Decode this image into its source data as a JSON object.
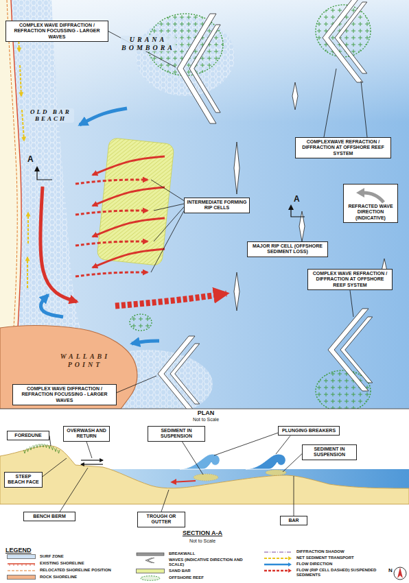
{
  "diagram": {
    "nodes": [
      {
        "text": [
          "COMPLEX WAVE DIFFRACTION / REFRACTION FOCUSSING - LARGER WAVES"
        ]
      },
      {
        "text": [
          "COMPLEXWAVE REFRACTION / DIFFRACTION AT OFFSHORE REEF SYSTEM"
        ]
      },
      {
        "text": [
          "INTERMEDIATE FORMING RIP CELLS"
        ]
      },
      {
        "text": [
          "REFRACTED WAVE DIRECTION (INDICATIVE)"
        ]
      },
      {
        "text": [
          "MAJOR RIP CELL (OFFSHORE SEDIMENT LOSS)"
        ]
      },
      {
        "text": [
          "COMPLEX WAVE REFRACTION / DIFFRACTION AT OFFSHORE REEF SYSTEM"
        ]
      },
      {
        "text": [
          "COMPLEX WAVE DIFFRACTION / REFRACTION FOCUSSING - LARGER WAVES"
        ]
      },
      {
        "text": [
          "FOREDUNE"
        ]
      },
      {
        "text": [
          "OVERWASH AND RETURN"
        ]
      },
      {
        "text": [
          "SEDIMENT IN SUSPENSION"
        ]
      },
      {
        "text": [
          "PLUNGING BREAKERS"
        ]
      },
      {
        "text": [
          "STEEP BEACH FACE"
        ]
      },
      {
        "text": [
          "SEDIMENT IN SUSPENSION"
        ]
      },
      {
        "text": [
          "BENCH BERM"
        ]
      },
      {
        "text": [
          "TROUGH OR GUTTER"
        ]
      },
      {
        "text": [
          "BAR"
        ]
      }
    ],
    "labels": [
      "URANA BOMBORA",
      "OLD BAR BEACH",
      "A",
      "A",
      "WALLABI POINT",
      "PLAN",
      "Not to Scale",
      "SECTION A-A",
      "Not to Scale",
      "LEGEND",
      "N"
    ],
    "legend": [
      {
        "text": "SURF ZONE",
        "color": "#cfe2f5"
      },
      {
        "text": "EXISTING SHORELINE"
      },
      {
        "text": "RELOCATED SHORELINE POSITION"
      },
      {
        "text": "ROCK SHORELINE",
        "color": "#f3b48a"
      },
      {
        "text": "BREAKWALL"
      },
      {
        "text": "WAVES (INDICATIVE DIRECTION AND SCALE)"
      },
      {
        "text": "SAND BAR",
        "color": "#e6ef9c"
      },
      {
        "text": "OFFSHORE REEF"
      },
      {
        "text": "DIFFRACTION SHADOW"
      },
      {
        "text": "NET SEDIMENT TRANSPORT"
      },
      {
        "text": "FLOW DIRECTION"
      },
      {
        "text": "FLOW (RIP CELL DASHED) SUSPENDED SEDIMENTS"
      }
    ]
  }
}
